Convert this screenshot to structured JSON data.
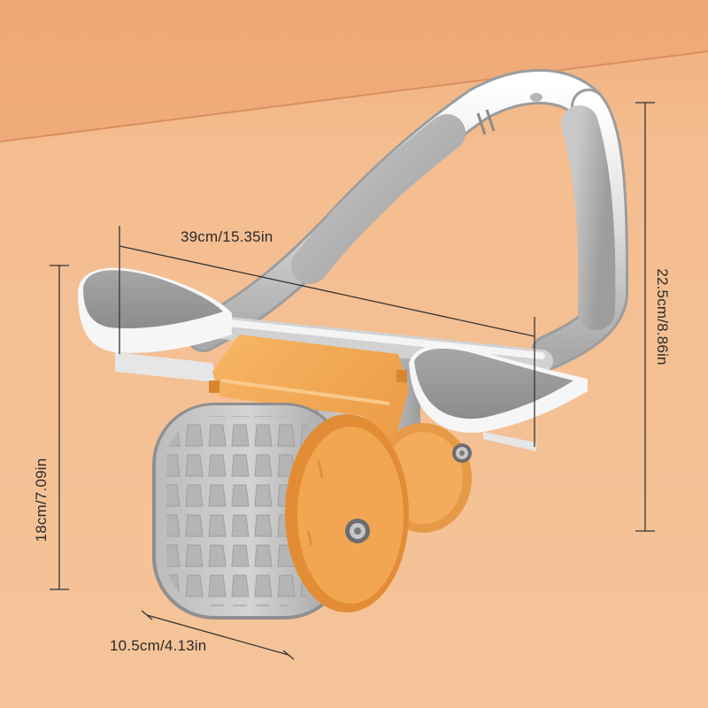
{
  "image": {
    "subject": "ab-roller-product-photo",
    "background_color": "#f2b98a",
    "accent_color": "#f0a24a",
    "frame_color": "#c9c9c9"
  },
  "dimensions": {
    "width_label": "39cm/15.35in",
    "wheel_width_label": "10.5cm/4.13in",
    "total_height_label": "22.5cm/8.86in",
    "wheel_height_label": "18cm/7.09in"
  }
}
